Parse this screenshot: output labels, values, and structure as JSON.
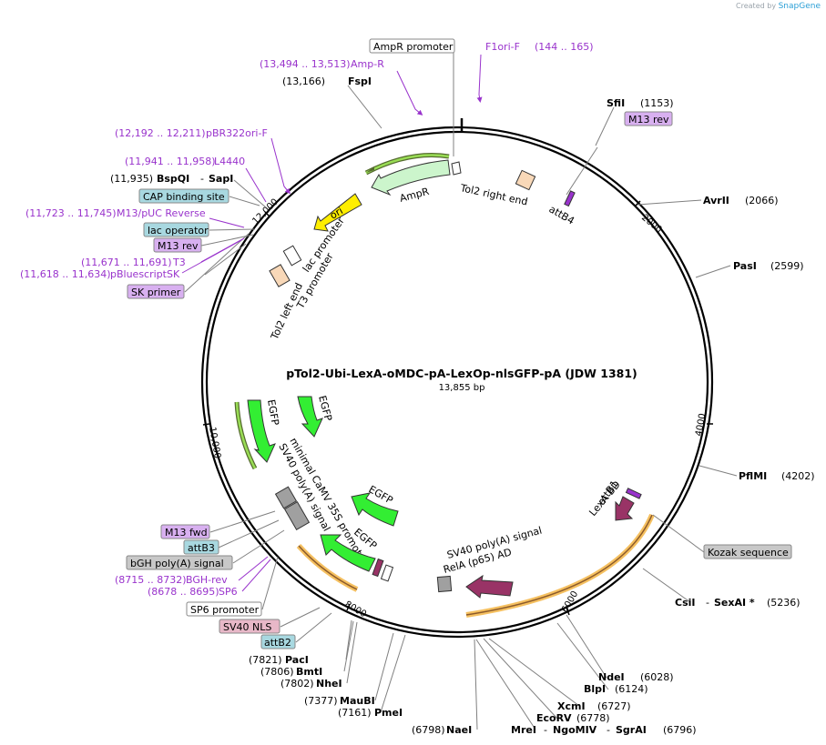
{
  "brand": {
    "created_by": "Created by",
    "name": "SnapGene"
  },
  "plasmid": {
    "name": "pTol2-Ubi-LexA-oMDC-pA-LexOp-nlsGFP-pA (JDW 1381)",
    "length_label": "13,855 bp",
    "ticks": [
      "2000",
      "4000",
      "6000",
      "8000",
      "10,000",
      "12,000"
    ]
  },
  "sites": [
    {
      "pos": "(13,166)",
      "name": "FspI"
    },
    {
      "pos": "(1153)",
      "name": "SfiI"
    },
    {
      "pos": "(2066)",
      "name": "AvrII"
    },
    {
      "pos": "(2599)",
      "name": "PasI"
    },
    {
      "pos": "(4202)",
      "name": "PflMI"
    },
    {
      "name": "CsiI",
      "sep": "-",
      "name2": "SexAI *",
      "pos": "(5236)"
    },
    {
      "name": "NdeI",
      "pos": "(6028)"
    },
    {
      "name": "BlpI",
      "pos": "(6124)"
    },
    {
      "name": "XcmI",
      "pos": "(6727)"
    },
    {
      "name": "EcoRV",
      "pos": "(6778)"
    },
    {
      "name": "MreI",
      "sep": "-",
      "name2": "NgoMIV",
      "sep2": "-",
      "name3": "SgrAI",
      "pos": "(6796)"
    },
    {
      "pos": "(6798)",
      "name": "NaeI"
    },
    {
      "pos": "(7161)",
      "name": "PmeI"
    },
    {
      "pos": "(7377)",
      "name": "MauBI"
    },
    {
      "pos": "(7802)",
      "name": "NheI"
    },
    {
      "pos": "(7806)",
      "name": "BmtI"
    },
    {
      "pos": "(7821)",
      "name": "PacI"
    },
    {
      "pos": "(11,935)",
      "name": "BspQI",
      "sep": "-",
      "name2": "SapI"
    }
  ],
  "primers": [
    {
      "pos": "(13,494 .. 13,513)",
      "name": "Amp-R"
    },
    {
      "name": "F1ori-F",
      "pos": "(144 .. 165)"
    },
    {
      "pos": "(12,192 .. 12,211)",
      "name": "pBR322ori-F"
    },
    {
      "pos": "(11,941 .. 11,958)",
      "name": "L4440"
    },
    {
      "pos": "(11,723 .. 11,745)",
      "name": "M13/pUC Reverse"
    },
    {
      "pos": "(11,671 .. 11,691)",
      "name": "T3"
    },
    {
      "pos": "(11,618 .. 11,634)",
      "name": "pBluescriptSK"
    },
    {
      "pos": "(8715 .. 8732)",
      "name": "BGH-rev"
    },
    {
      "pos": "(8678 .. 8695)",
      "name": "SP6"
    }
  ],
  "boxed_labels": [
    {
      "text": "AmpR promoter",
      "kind": "promoter"
    },
    {
      "text": "M13 rev",
      "kind": "primer_bind"
    },
    {
      "text": "CAP binding site",
      "kind": "protein_bind"
    },
    {
      "text": "lac operator",
      "kind": "protein_bind"
    },
    {
      "text": "M13 rev",
      "kind": "primer_bind"
    },
    {
      "text": "SK primer",
      "kind": "primer_bind"
    },
    {
      "text": "Kozak sequence",
      "kind": "misc"
    },
    {
      "text": "M13 fwd",
      "kind": "primer_bind"
    },
    {
      "text": "attB3",
      "kind": "protein_bind"
    },
    {
      "text": "bGH poly(A) signal",
      "kind": "polyA"
    },
    {
      "text": "SP6 promoter",
      "kind": "promoter"
    },
    {
      "text": "SV40 NLS",
      "kind": "nls"
    },
    {
      "text": "attB2",
      "kind": "protein_bind"
    }
  ],
  "features": {
    "ampr": "AmpR",
    "ori": "ori",
    "tol2_right": "Tol2 right end",
    "attb4": "attB4",
    "lac_promoter": "lac promoter",
    "t3_promoter": "T3 promoter",
    "tol2_left": "Tol2 left end",
    "egfp1": "EGFP",
    "egfp2": "EGFP",
    "egfp3": "EGFP",
    "egfp4": "EGFP",
    "min_camv": "minimal CaMV 35S promoter",
    "sv40_pa1": "SV40 poly(A) signal",
    "sv40_pa2": "SV40 poly(A) signal",
    "rela": "RelA (p65) AD",
    "attb1": "attB1",
    "lexa_bd": "LexA BD"
  },
  "colors": {
    "site": "#000000",
    "primer": "#9933cc",
    "ampr_fill": "#ccf5cc",
    "ori_fill": "#ffee00",
    "egfp_fill": "#33ee33",
    "lexa_fill": "#993366",
    "polyA_fill": "#a0a0a0",
    "tol2_fill": "#f8d8b8",
    "protein_bind_box": "#a8d8e0",
    "primer_box": "#d8b0f0",
    "promoter_box": "#ffffff",
    "misc_box": "#c8c8c8",
    "nls_box": "#e8b8c8",
    "orf_highlight": "#f5c060"
  }
}
